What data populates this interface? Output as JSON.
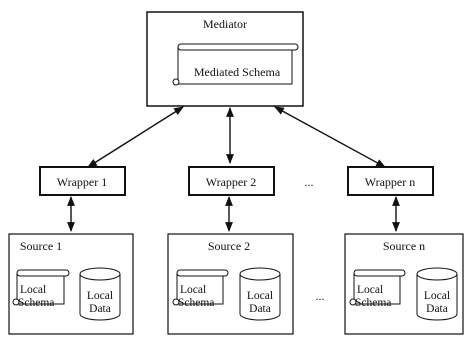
{
  "mediator": {
    "title": "Mediator",
    "schema_label": "Mediated Schema"
  },
  "wrappers": [
    {
      "label": "Wrapper 1"
    },
    {
      "label": "Wrapper 2"
    },
    {
      "label": "Wrapper n"
    }
  ],
  "sources": [
    {
      "title": "Source 1",
      "schema_line1": "Local",
      "schema_line2": "Schema",
      "data_line1": "Local",
      "data_line2": "Data"
    },
    {
      "title": "Source 2",
      "schema_line1": "Local",
      "schema_line2": "Schema",
      "data_line1": "Local",
      "data_line2": "Data"
    },
    {
      "title": "Source n",
      "schema_line1": "Local",
      "schema_line2": "Schema",
      "data_line1": "Local",
      "data_line2": "Data"
    }
  ],
  "ellipsis": "..."
}
